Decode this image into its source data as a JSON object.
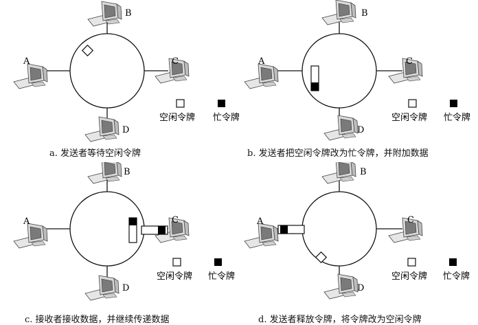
{
  "panels": [
    {
      "id": "a",
      "caption": "a. 发送者等待空闲令牌"
    },
    {
      "id": "b",
      "caption": "b. 发送者把空闲令牌改为忙令牌，并附加数据"
    },
    {
      "id": "c",
      "caption": "c. 接收者接收数据，并继续传递数据"
    },
    {
      "id": "d",
      "caption": "d. 发送者释放令牌，将令牌改为空闲令牌"
    }
  ],
  "nodes": {
    "A": "A",
    "B": "B",
    "C": "C",
    "D": "D"
  },
  "legend": {
    "free_token": "空闲令牌",
    "busy_token": "忙令牌"
  },
  "colors": {
    "line": "#111111",
    "monitor_body": "#d9d9d9",
    "screen": "#7a7a7a",
    "busy": "#000000",
    "free": "#ffffff"
  }
}
